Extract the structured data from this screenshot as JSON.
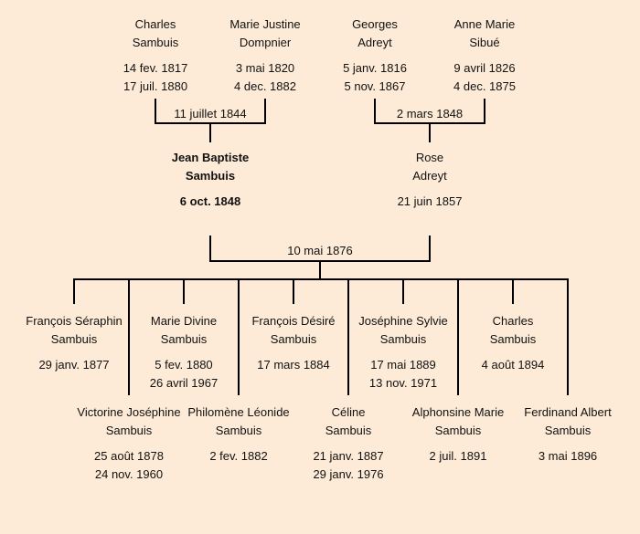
{
  "grandparents": [
    {
      "first": "Charles",
      "last": "Sambuis",
      "birth": "14 fev. 1817",
      "death": "17 juil. 1880"
    },
    {
      "first": "Marie Justine",
      "last": "Dompnier",
      "birth": "3 mai 1820",
      "death": "4 dec. 1882"
    },
    {
      "first": "Georges",
      "last": "Adreyt",
      "birth": "5 janv. 1816",
      "death": "5 nov. 1867"
    },
    {
      "first": "Anne Marie",
      "last": "Sibué",
      "birth": "9 avril 1826",
      "death": "4 dec. 1875"
    }
  ],
  "marriages": {
    "sambuis_dompnier": "11 juillet 1844",
    "adreyt_sibue": "2 mars 1848",
    "sambuis_adreyt": "10 mai 1876"
  },
  "parents": [
    {
      "first": "Jean Baptiste",
      "last": "Sambuis",
      "birth": "6 oct. 1848"
    },
    {
      "first": "Rose",
      "last": "Adreyt",
      "birth": "21 juin 1857"
    }
  ],
  "children": [
    {
      "first": "François Séraphin",
      "last": "Sambuis",
      "birth": "29 janv. 1877"
    },
    {
      "first": "Victorine Joséphine",
      "last": "Sambuis",
      "birth": "25 août 1878",
      "death": "24 nov. 1960"
    },
    {
      "first": "Marie Divine",
      "last": "Sambuis",
      "birth": "5 fev. 1880",
      "death": "26 avril 1967"
    },
    {
      "first": "Philomène Léonide",
      "last": "Sambuis",
      "birth": "2 fev. 1882"
    },
    {
      "first": "François Désiré",
      "last": "Sambuis",
      "birth": "17 mars 1884"
    },
    {
      "first": "Céline",
      "last": "Sambuis",
      "birth": "21 janv. 1887",
      "death": "29 janv. 1976"
    },
    {
      "first": "Joséphine Sylvie",
      "last": "Sambuis",
      "birth": "17 mai 1889",
      "death": "13 nov. 1971"
    },
    {
      "first": "Alphonsine Marie",
      "last": "Sambuis",
      "birth": "2 juil. 1891"
    },
    {
      "first": "Charles",
      "last": "Sambuis",
      "birth": "4 août 1894"
    },
    {
      "first": "Ferdinand Albert",
      "last": "Sambuis",
      "birth": "3 mai 1896"
    }
  ]
}
